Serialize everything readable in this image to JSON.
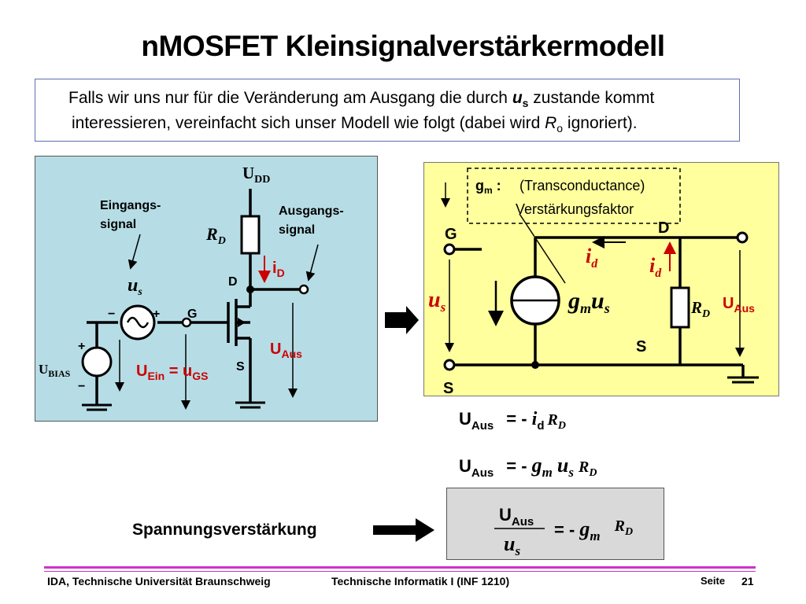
{
  "title": "nMOSFET Kleinsignalverstärkermodell",
  "intro": {
    "line1_a": "Falls wir uns nur für die Veränderung am Ausgang die durch ",
    "line1_var": "u",
    "line1_sub": "s",
    "line1_b": " zustande kommt",
    "line2_a": "interessieren, vereinfacht sich unser Modell wie folgt (dabei wird ",
    "line2_var": "R",
    "line2_sub": "o",
    "line2_b": " ignoriert)."
  },
  "left_circuit": {
    "udd": "U",
    "udd_sub": "DD",
    "eingang_line1": "Eingangs-",
    "eingang_line2": "signal",
    "ausgang_line1": "Ausgangs-",
    "ausgang_line2": "signal",
    "rd": "R",
    "rd_sub": "D",
    "id": "i",
    "id_sub": "D",
    "d": "D",
    "g": "G",
    "s": "S",
    "us": "u",
    "us_sub": "s",
    "minus": "−",
    "plus": "+",
    "ubias": "U",
    "ubias_sub": "BIAS",
    "uein": "U",
    "uein_sub": "Ein",
    "uein_eq": " = u",
    "uein_sub2": "GS",
    "uaus": "U",
    "uaus_sub": "Aus",
    "bias_plus": "+",
    "bias_minus": "−"
  },
  "right_circuit": {
    "gm_label": "g",
    "gm_sub": "m",
    "gm_colon": " : ",
    "gm_desc1": "(Transconductance)",
    "gm_desc2": "Verstärkungsfaktor",
    "g": "G",
    "d": "D",
    "s_lower": "S",
    "s_left": "S",
    "id1": "i",
    "id1_sub": "d",
    "id2": "i",
    "id2_sub": "d",
    "us": "u",
    "us_sub": "s",
    "gmus_g": "g",
    "gmus_m": "m",
    "gmus_u": "u",
    "gmus_s": "s",
    "rd": "R",
    "rd_sub": "D",
    "uaus": "U",
    "uaus_sub": "Aus"
  },
  "equations": {
    "eq1_lhs": "U",
    "eq1_lhs_sub": "Aus",
    "eq1_mid": "= - ",
    "eq1_i": "i",
    "eq1_i_sub": "d",
    "eq1_r": "R",
    "eq1_r_sub": "D",
    "eq2_lhs": "U",
    "eq2_lhs_sub": "Aus",
    "eq2_mid": "= - ",
    "eq2_g": "g",
    "eq2_g_sub": "m",
    "eq2_u": "u",
    "eq2_u_sub": "s",
    "eq2_r": "R",
    "eq2_r_sub": "D"
  },
  "gain": {
    "label": "Spannungsverstärkung",
    "num": "U",
    "num_sub": "Aus",
    "den": "u",
    "den_sub": "s",
    "rhs": "= - ",
    "g": "g",
    "g_sub": "m",
    "r": "R",
    "r_sub": "D"
  },
  "footer": {
    "left": "IDA, Technische Universität Braunschweig",
    "center": "Technische Informatik I (INF 1210)",
    "page_label": "Seite",
    "page_number": "21"
  },
  "colors": {
    "accent_red": "#cc0000",
    "panel_left": "#b6dde6",
    "panel_right": "#ffff9e",
    "footer_line": "#cc33cc"
  }
}
